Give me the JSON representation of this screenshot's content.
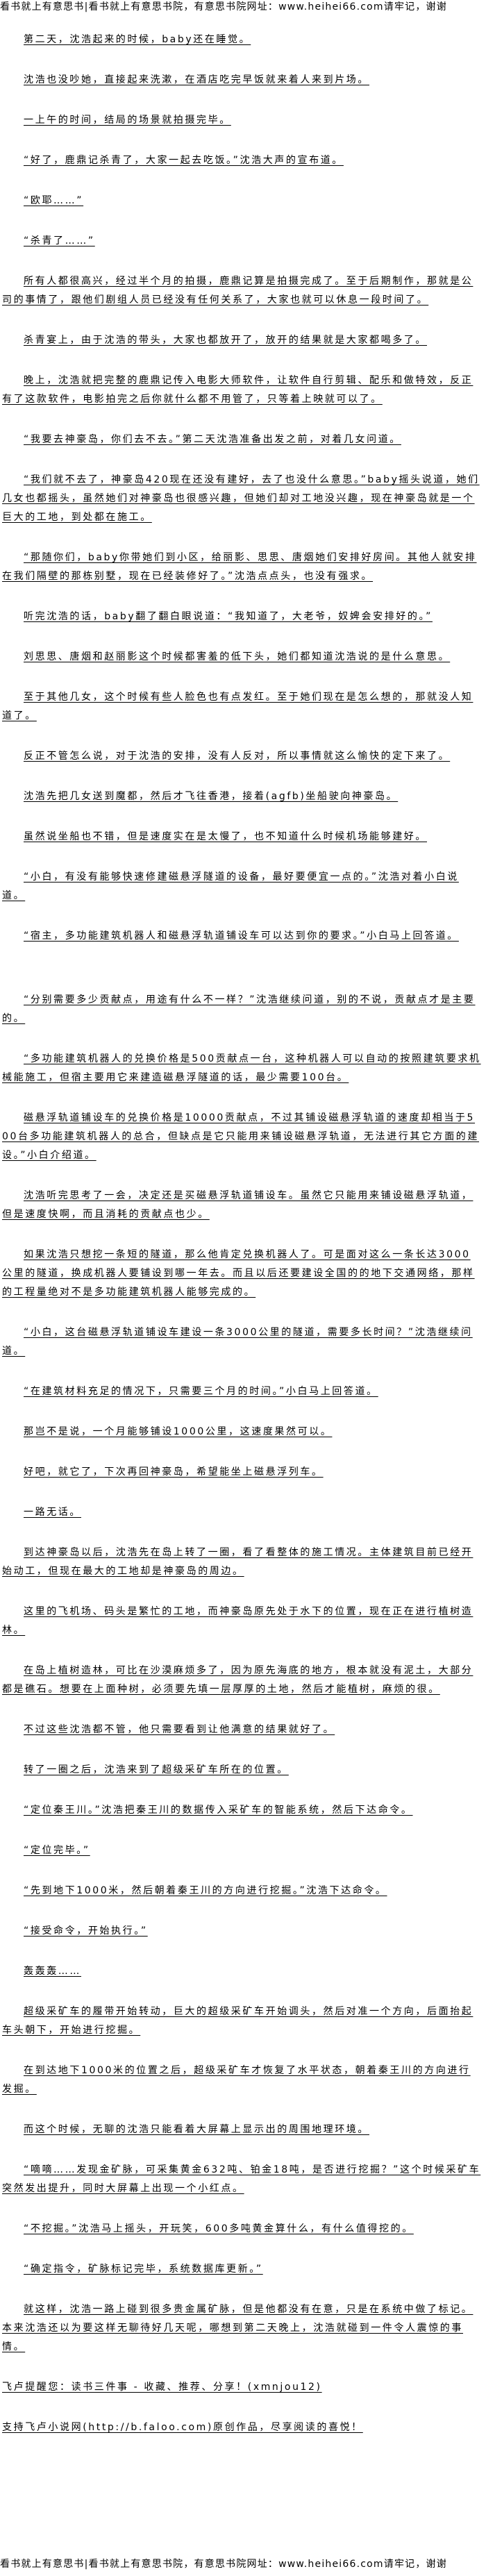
{
  "banner": "看书就上有意思书|看书就上有意思书院，有意思书院网址：www.heihei66.com请牢记，谢谢",
  "paragraphs": [
    "第二天，沈浩起来的时候，baby还在睡觉。",
    "沈浩也没吵她，直接起来洗漱，在酒店吃完早饭就来着人来到片场。",
    "一上午的时间，结局的场景就拍摄完毕。",
    "“好了，鹿鼎记杀青了，大家一起去吃饭。”沈浩大声的宣布道。",
    "“欧耶……”",
    "“杀青了……”",
    "所有人都很高兴，经过半个月的拍摄，鹿鼎记算是拍摄完成了。至于后期制作，那就是公司的事情了，跟他们剧组人员已经没有任何关系了，大家也就可以休息一段时间了。",
    "杀青宴上，由于沈浩的带头，大家也都放开了，放开的结果就是大家都喝多了。",
    "晚上，沈浩就把完整的鹿鼎记传入电影大师软件，让软件自行剪辑、配乐和做特效，反正有了这款软件，电影拍完之后你就什么都不用管了，只等着上映就可以了。",
    "“我要去神豪岛，你们去不去。”第二天沈浩准备出发之前，对着几女问道。",
    "“我们就不去了，神豪岛420现在还没有建好，去了也没什么意思。”baby摇头说道，她们几女也都摇头，虽然她们对神豪岛也很感兴趣，但她们却对工地没兴趣，现在神豪岛就是一个巨大的工地，到处都在施工。",
    "“那随你们，baby你带她们到小区，给丽影、思思、唐烟她们安排好房间。其他人就安排在我们隔壁的那栋别墅，现在已经装修好了。”沈浩点点头，也没有强求。",
    "听完沈浩的话，baby翻了翻白眼说道：“我知道了，大老爷，奴婢会安排好的。”",
    "刘思思、唐烟和赵丽影这个时候都害羞的低下头，她们都知道沈浩说的是什么意思。",
    "至于其他几女，这个时候有些人脸色也有点发红。至于她们现在是怎么想的，那就没人知道了。",
    "反正不管怎么说，对于沈浩的安排，没有人反对，所以事情就这么愉快的定下来了。",
    "沈浩先把几女送到魔都，然后才飞往香港，接着(agfb)坐船驶向神豪岛。",
    "虽然说坐船也不错，但是速度实在是太慢了，也不知道什么时候机场能够建好。",
    "“小白，有没有能够快速修建磁悬浮隧道的设备，最好要便宜一点的。”沈浩对着小白说道。",
    "“宿主，多功能建筑机器人和磁悬浮轨道铺设车可以达到你的要求。”小白马上回答道。",
    "“分别需要多少贡献点，用途有什么不一样？”沈浩继续问道，别的不说，贡献点才是主要的。",
    "“多功能建筑机器人的兑换价格是500贡献点一台，这种机器人可以自动的按照建筑要求机械能施工，但宿主要用它来建造磁悬浮隧道的话，最少需要100台。",
    "磁悬浮轨道铺设车的兑换价格是10000贡献点，不过其铺设磁悬浮轨道的速度却相当于500台多功能建筑机器人的总合，但缺点是它只能用来铺设磁悬浮轨道，无法进行其它方面的建设。”小白介绍道。",
    "沈浩听完思考了一会，决定还是买磁悬浮轨道铺设车。虽然它只能用来铺设磁悬浮轨道，但是速度快啊，而且消耗的贡献点也少。",
    "如果沈浩只想挖一条短的隧道，那么他肯定兑换机器人了。可是面对这么一条长达3000公里的隧道，换成机器人要铺设到哪一年去。而且以后还要建设全国的的地下交通网络，那样的工程量绝对不是多功能建筑机器人能够完成的。",
    "“小白，这台磁悬浮轨道铺设车建设一条3000公里的隧道，需要多长时间？”沈浩继续问道。",
    "“在建筑材料充足的情况下，只需要三个月的时间。”小白马上回答道。",
    "那岂不是说，一个月能够铺设1000公里，这速度果然可以。",
    "好吧，就它了，下次再回神豪岛，希望能坐上磁悬浮列车。",
    "一路无话。",
    "到达神豪岛以后，沈浩先在岛上转了一圈，看了看整体的施工情况。主体建筑目前已经开始动工，但现在最大的工地却是神豪岛的周边。",
    "这里的飞机场、码头是繁忙的工地，而神豪岛原先处于水下的位置，现在正在进行植树造林。",
    "在岛上植树造林，可比在沙漠麻烦多了，因为原先海底的地方，根本就没有泥土，大部分都是礁石。想要在上面种树，必须要先填一层厚厚的土地，然后才能植树，麻烦的很。",
    "不过这些沈浩都不管，他只需要看到让他满意的结果就好了。",
    "转了一圈之后，沈浩来到了超级采矿车所在的位置。",
    "“定位秦王川。”沈浩把秦王川的数据传入采矿车的智能系统，然后下达命令。",
    "“定位完毕。”",
    "“先到地下1000米，然后朝着秦王川的方向进行挖掘。”沈浩下达命令。",
    "“接受命令，开始执行。”",
    "轰轰轰……",
    "超级采矿车的履带开始转动，巨大的超级采矿车开始调头，然后对准一个方向，后面抬起车头朝下，开始进行挖掘。",
    "在到达地下1000米的位置之后，超级采矿车才恢复了水平状态，朝着秦王川的方向进行发掘。",
    "而这个时候，无聊的沈浩只能看着大屏幕上显示出的周围地理环境。",
    "“嘀嘀……发现金矿脉，可采集黄金632吨、铂金18吨，是否进行挖掘？”这个时候采矿车突然发出提升，同时大屏幕上出现一个小红点。",
    "“不挖掘。”沈浩马上摇头，开玩笑，600多吨黄金算什么，有什么值得挖的。",
    "“确定指令，矿脉标记完毕，系统数据库更新。”",
    "就这样，沈浩一路上碰到很多贵金属矿脉，但是他都没有在意，只是在系统中做了标记。本来沈浩还以为要这样无聊待好几天呢，哪想到第二天晚上，沈浩就碰到一件令人震惊的事情。"
  ],
  "notes": [
    "飞卢提醒您：读书三件事 - 收藏、推荐、分享！(xmnjou12)",
    "支持飞卢小说网(http://b.faloo.com)原创作品，尽享阅读的喜悦！"
  ]
}
